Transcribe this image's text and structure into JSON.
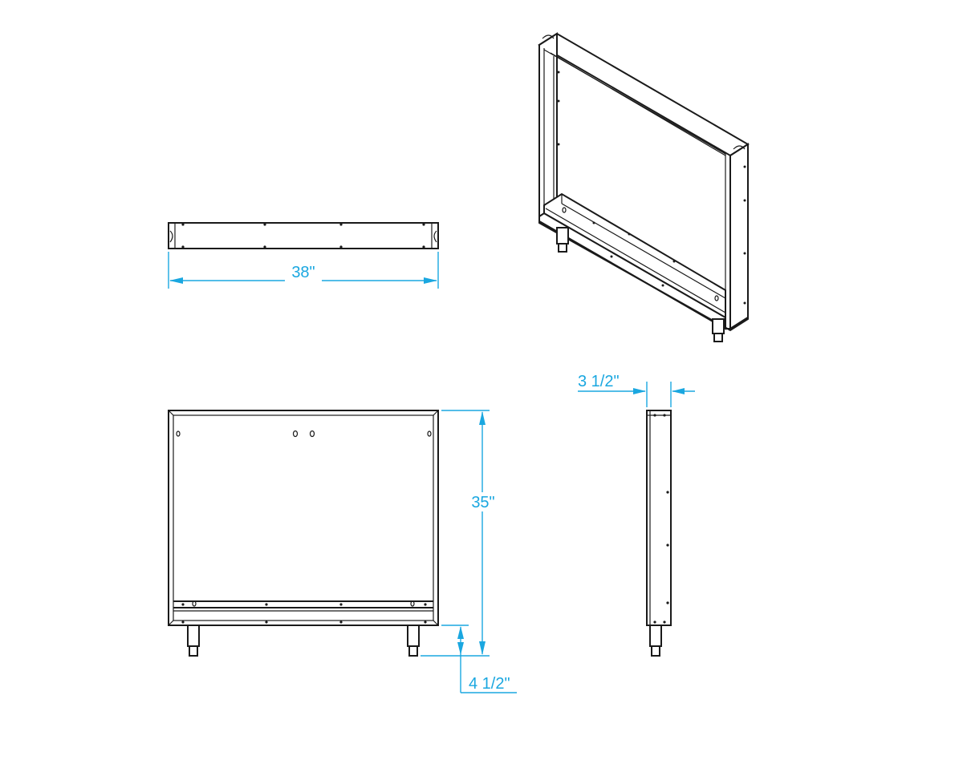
{
  "dimensions": {
    "width": "38\"",
    "height": "35\"",
    "leg_height": "4 1/2\"",
    "depth": "3 1/2\""
  },
  "colors": {
    "line": "#1a1a1a",
    "dimension": "#1aa7e0",
    "background": "#ffffff"
  }
}
